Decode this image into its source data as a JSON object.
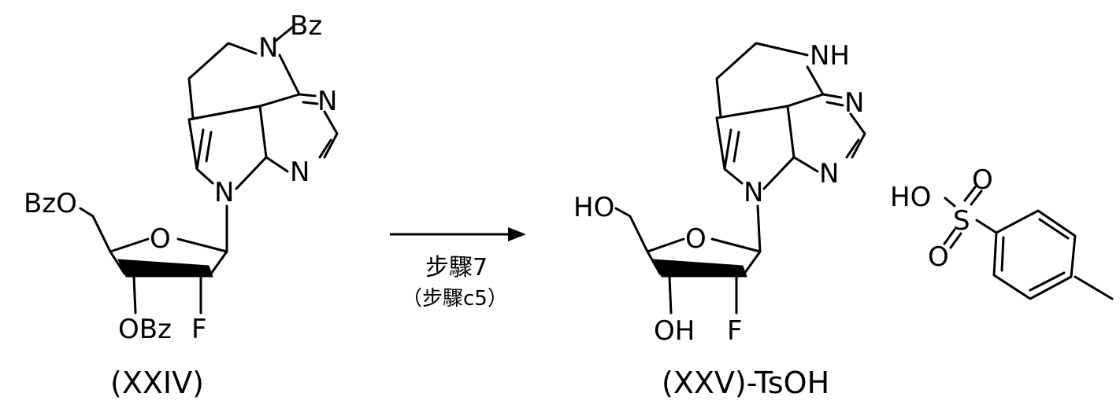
{
  "left_molecule": {
    "caption": "(XXIV)",
    "atoms": {
      "n_ring_substituent": "Bz",
      "n_ring": "N",
      "n_pyrimidine_1": "N",
      "n_pyrimidine_2": "N",
      "n_pyrrole": "N",
      "o5_group": "BzO",
      "o_ring": "O",
      "o3_group": "OBz",
      "fluorine": "F"
    }
  },
  "reaction": {
    "step_label": "步驟7",
    "step_sub_label": "（步驟c5）"
  },
  "right_molecule": {
    "caption": "(XXV)-TsOH",
    "atoms": {
      "nh": "NH",
      "n_pyrimidine_1": "N",
      "n_pyrimidine_2": "N",
      "n_pyrrole": "N",
      "o5_group": "HO",
      "o_ring": "O",
      "o3_group": "OH",
      "fluorine": "F"
    }
  },
  "tsoh": {
    "atoms": {
      "ho": "HO",
      "sulfur": "S",
      "o_top": "O",
      "o_bottom": "O"
    }
  }
}
